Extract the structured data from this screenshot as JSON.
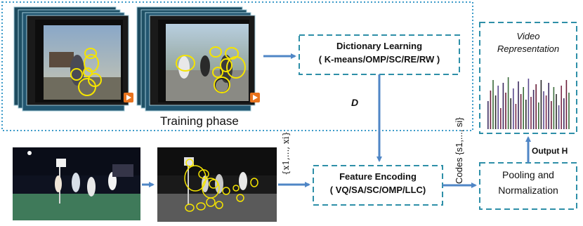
{
  "training_phase": {
    "label": "Training phase"
  },
  "dictionary": {
    "line1": "Dictionary Learning",
    "line2": "( K-means/OMP/SC/RE/RW )"
  },
  "dictionary_output": "D",
  "encoding": {
    "line1": "Feature Encoding",
    "line2": "( VQ/SA/SC/OMP/LLC)"
  },
  "features_label": "{x1,..., xi}",
  "codes_label": "Codes {s1,..., si}",
  "pooling": {
    "line1": "Pooling and",
    "line2": "Normalization"
  },
  "output_label": "Output H",
  "video_rep": {
    "line1": "Video",
    "line2": "Representation"
  },
  "colors": {
    "box_border": "#2e8fa8",
    "training_border": "#3d9bc9",
    "arrow": "#4f86c6"
  }
}
